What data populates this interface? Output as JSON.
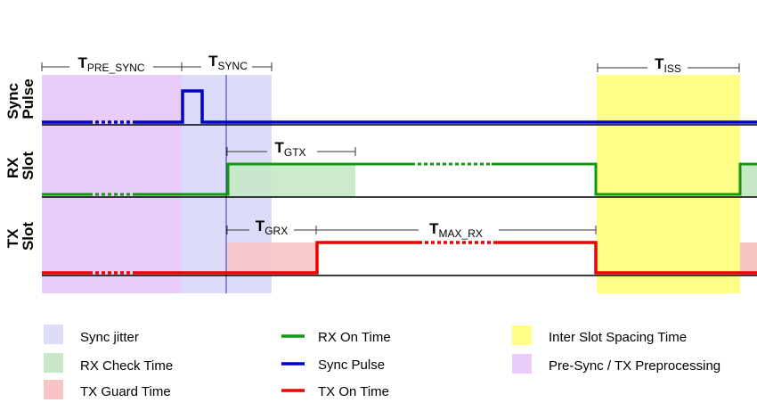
{
  "rows": [
    {
      "id": "sync",
      "label_line1": "Sync",
      "label_line2": "Pulse"
    },
    {
      "id": "rx",
      "label_line1": "RX",
      "label_line2": "Slot"
    },
    {
      "id": "tx",
      "label_line1": "TX",
      "label_line2": "Slot"
    }
  ],
  "intervals": {
    "pre_sync": {
      "main": "T",
      "sub": "PRE_SYNC"
    },
    "sync": {
      "main": "T",
      "sub": "SYNC"
    },
    "iss": {
      "main": "T",
      "sub": "ISS"
    },
    "gtx": {
      "main": "T",
      "sub": "GTX"
    },
    "grx": {
      "main": "T",
      "sub": "GRX"
    },
    "max_rx": {
      "main": "T",
      "sub": "MAX_RX"
    }
  },
  "legend": {
    "sync_jitter": "Sync jitter",
    "rx_check_time": "RX Check Time",
    "tx_guard_time": "TX Guard Time",
    "rx_on_time": "RX On Time",
    "sync_pulse": "Sync Pulse",
    "tx_on_time": "TX On Time",
    "inter_slot_spacing": "Inter Slot Spacing Time",
    "pre_sync_tx": "Pre-Sync / TX Preprocessing"
  },
  "colors": {
    "sync_jitter": "#dcdcf8",
    "rx_check": "#c6e8c6",
    "tx_guard": "#f8c4c4",
    "inter_slot": "#ffff88",
    "pre_sync": "#eaccf8",
    "rx_line": "#119911",
    "sync_line": "#0000cc",
    "tx_line": "#ee0000"
  }
}
